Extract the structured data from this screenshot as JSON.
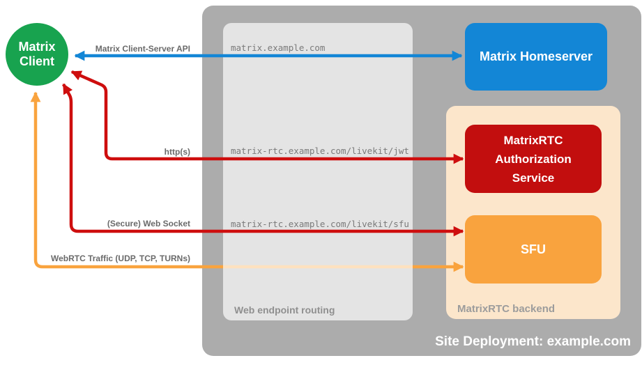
{
  "diagram": {
    "title": "Site Deployment: example.com",
    "nodes": {
      "client": {
        "lines": [
          "Matrix",
          "Client"
        ],
        "color": "#18A34F"
      },
      "homeserver": {
        "label": "Matrix Homeserver",
        "color": "#1386D6"
      },
      "auth_service": {
        "lines": [
          "MatrixRTC",
          "Authorization",
          "Service"
        ],
        "color": "#C20E0E"
      },
      "sfu": {
        "label": "SFU",
        "color": "#F9A33E"
      }
    },
    "groups": {
      "routing": {
        "label": "Web endpoint routing"
      },
      "backend": {
        "label": "MatrixRTC backend"
      }
    },
    "edges": {
      "api": {
        "label": "Matrix Client-Server API",
        "endpoint": "matrix.example.com",
        "color": "#1386D6"
      },
      "jwt": {
        "label": "http(s)",
        "endpoint": "matrix-rtc.example.com/livekit/jwt",
        "color": "#CE0E0E"
      },
      "ws": {
        "label": "(Secure) Web Socket",
        "endpoint": "matrix-rtc.example.com/livekit/sfu",
        "color": "#CE0E0E"
      },
      "webrtc": {
        "label": "WebRTC Traffic (UDP, TCP, TURNs)",
        "color": "#F9A33E"
      }
    }
  }
}
